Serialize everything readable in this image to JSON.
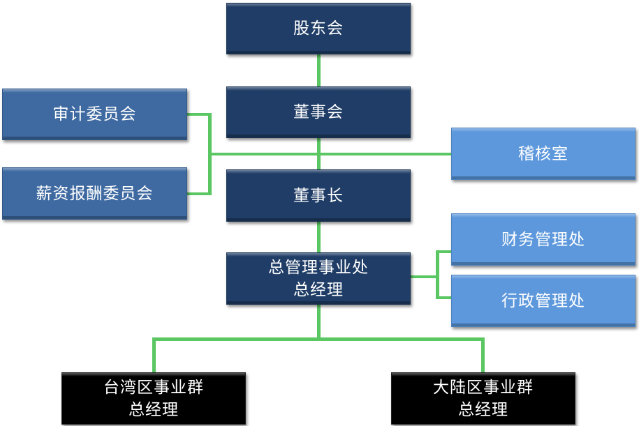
{
  "diagram": {
    "type": "org-chart",
    "colors": {
      "connector": "#5ac763",
      "top_level": "#1f3d66",
      "committee": "#3e6aa1",
      "staff_unit": "#5d98dc",
      "business_group": "#000000",
      "text": "#ffffff"
    },
    "nodes": {
      "shareholders": {
        "label": "股东会"
      },
      "board": {
        "label": "董事会"
      },
      "audit_committee": {
        "label": "审计委员会"
      },
      "compensation_committee": {
        "label": "薪资报酬委员会"
      },
      "internal_audit": {
        "label": "稽核室"
      },
      "chairman": {
        "label": "董事长"
      },
      "general_management": {
        "line1": "总管理事业处",
        "line2": "总经理"
      },
      "finance": {
        "label": "财务管理处"
      },
      "administration": {
        "label": "行政管理处"
      },
      "taiwan_group": {
        "line1": "台湾区事业群",
        "line2": "总经理"
      },
      "mainland_group": {
        "line1": "大陆区事业群",
        "line2": "总经理"
      }
    },
    "edges": [
      [
        "shareholders",
        "board"
      ],
      [
        "board",
        "chairman"
      ],
      [
        "board",
        "audit_committee"
      ],
      [
        "board",
        "compensation_committee"
      ],
      [
        "board",
        "internal_audit"
      ],
      [
        "chairman",
        "general_management"
      ],
      [
        "general_management",
        "finance"
      ],
      [
        "general_management",
        "administration"
      ],
      [
        "general_management",
        "taiwan_group"
      ],
      [
        "general_management",
        "mainland_group"
      ]
    ]
  }
}
